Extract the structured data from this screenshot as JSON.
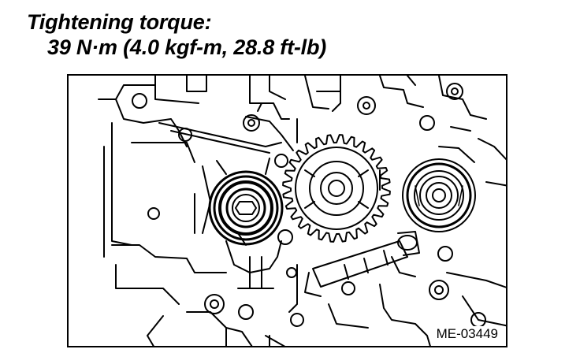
{
  "spec": {
    "heading": "Tightening torque:",
    "value": "39 N·m (4.0 kgf-m, 28.8 ft-lb)"
  },
  "figure": {
    "code": "ME-03449"
  }
}
